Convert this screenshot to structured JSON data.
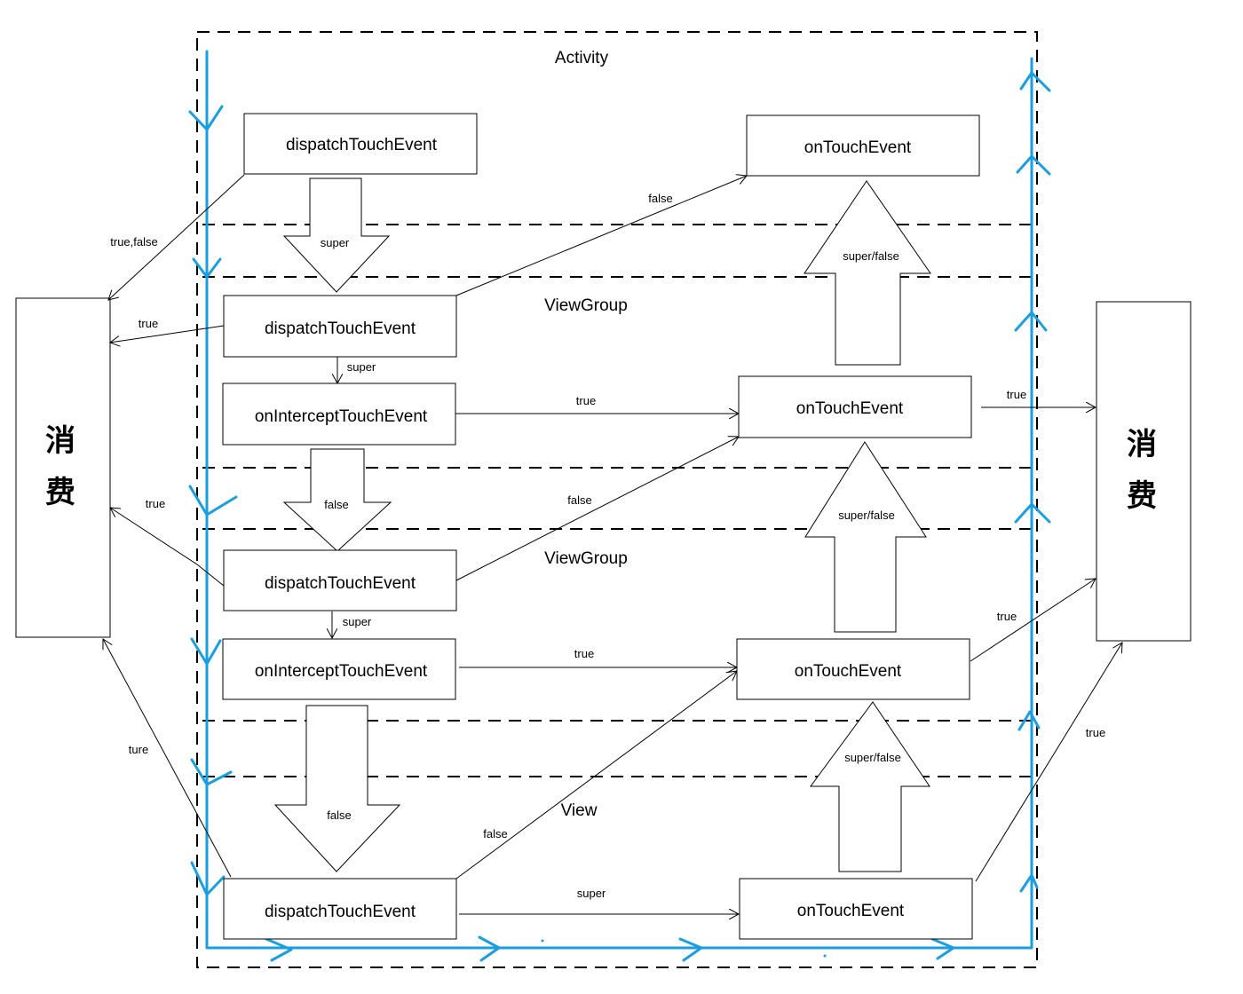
{
  "sections": {
    "activity": "Activity",
    "viewgroup1": "ViewGroup",
    "viewgroup2": "ViewGroup",
    "view": "View"
  },
  "consume": {
    "left": [
      "消",
      "费"
    ],
    "right": [
      "消",
      "费"
    ]
  },
  "nodes": {
    "act_dispatch": "dispatchTouchEvent",
    "act_ontouch": "onTouchEvent",
    "vg1_dispatch": "dispatchTouchEvent",
    "vg1_intercept": "onInterceptTouchEvent",
    "vg1_ontouch": "onTouchEvent",
    "vg2_dispatch": "dispatchTouchEvent",
    "vg2_intercept": "onInterceptTouchEvent",
    "vg2_ontouch": "onTouchEvent",
    "view_dispatch": "dispatchTouchEvent",
    "view_ontouch": "onTouchEvent"
  },
  "labels": {
    "act_consume": "true,false",
    "act_false": "false",
    "act_super": "super",
    "act_up": "super/false",
    "vg1_true_consume": "true",
    "vg1_super": "super",
    "vg1_intercept_true": "true",
    "vg1_ontouch_true": "true",
    "vg1_false_down": "false",
    "vg1_up": "super/false",
    "vg2_true_consume": "true",
    "vg2_false": "false",
    "vg2_super": "super",
    "vg2_intercept_true": "true",
    "vg2_ontouch_true": "true",
    "vg2_false_down": "false",
    "vg2_up": "super/false",
    "view_ture": "ture",
    "view_false": "false",
    "view_super": "super",
    "view_true": "true"
  },
  "colors": {
    "flow_line": "#1a9ee0",
    "lines": "#000000",
    "background": "#ffffff"
  }
}
